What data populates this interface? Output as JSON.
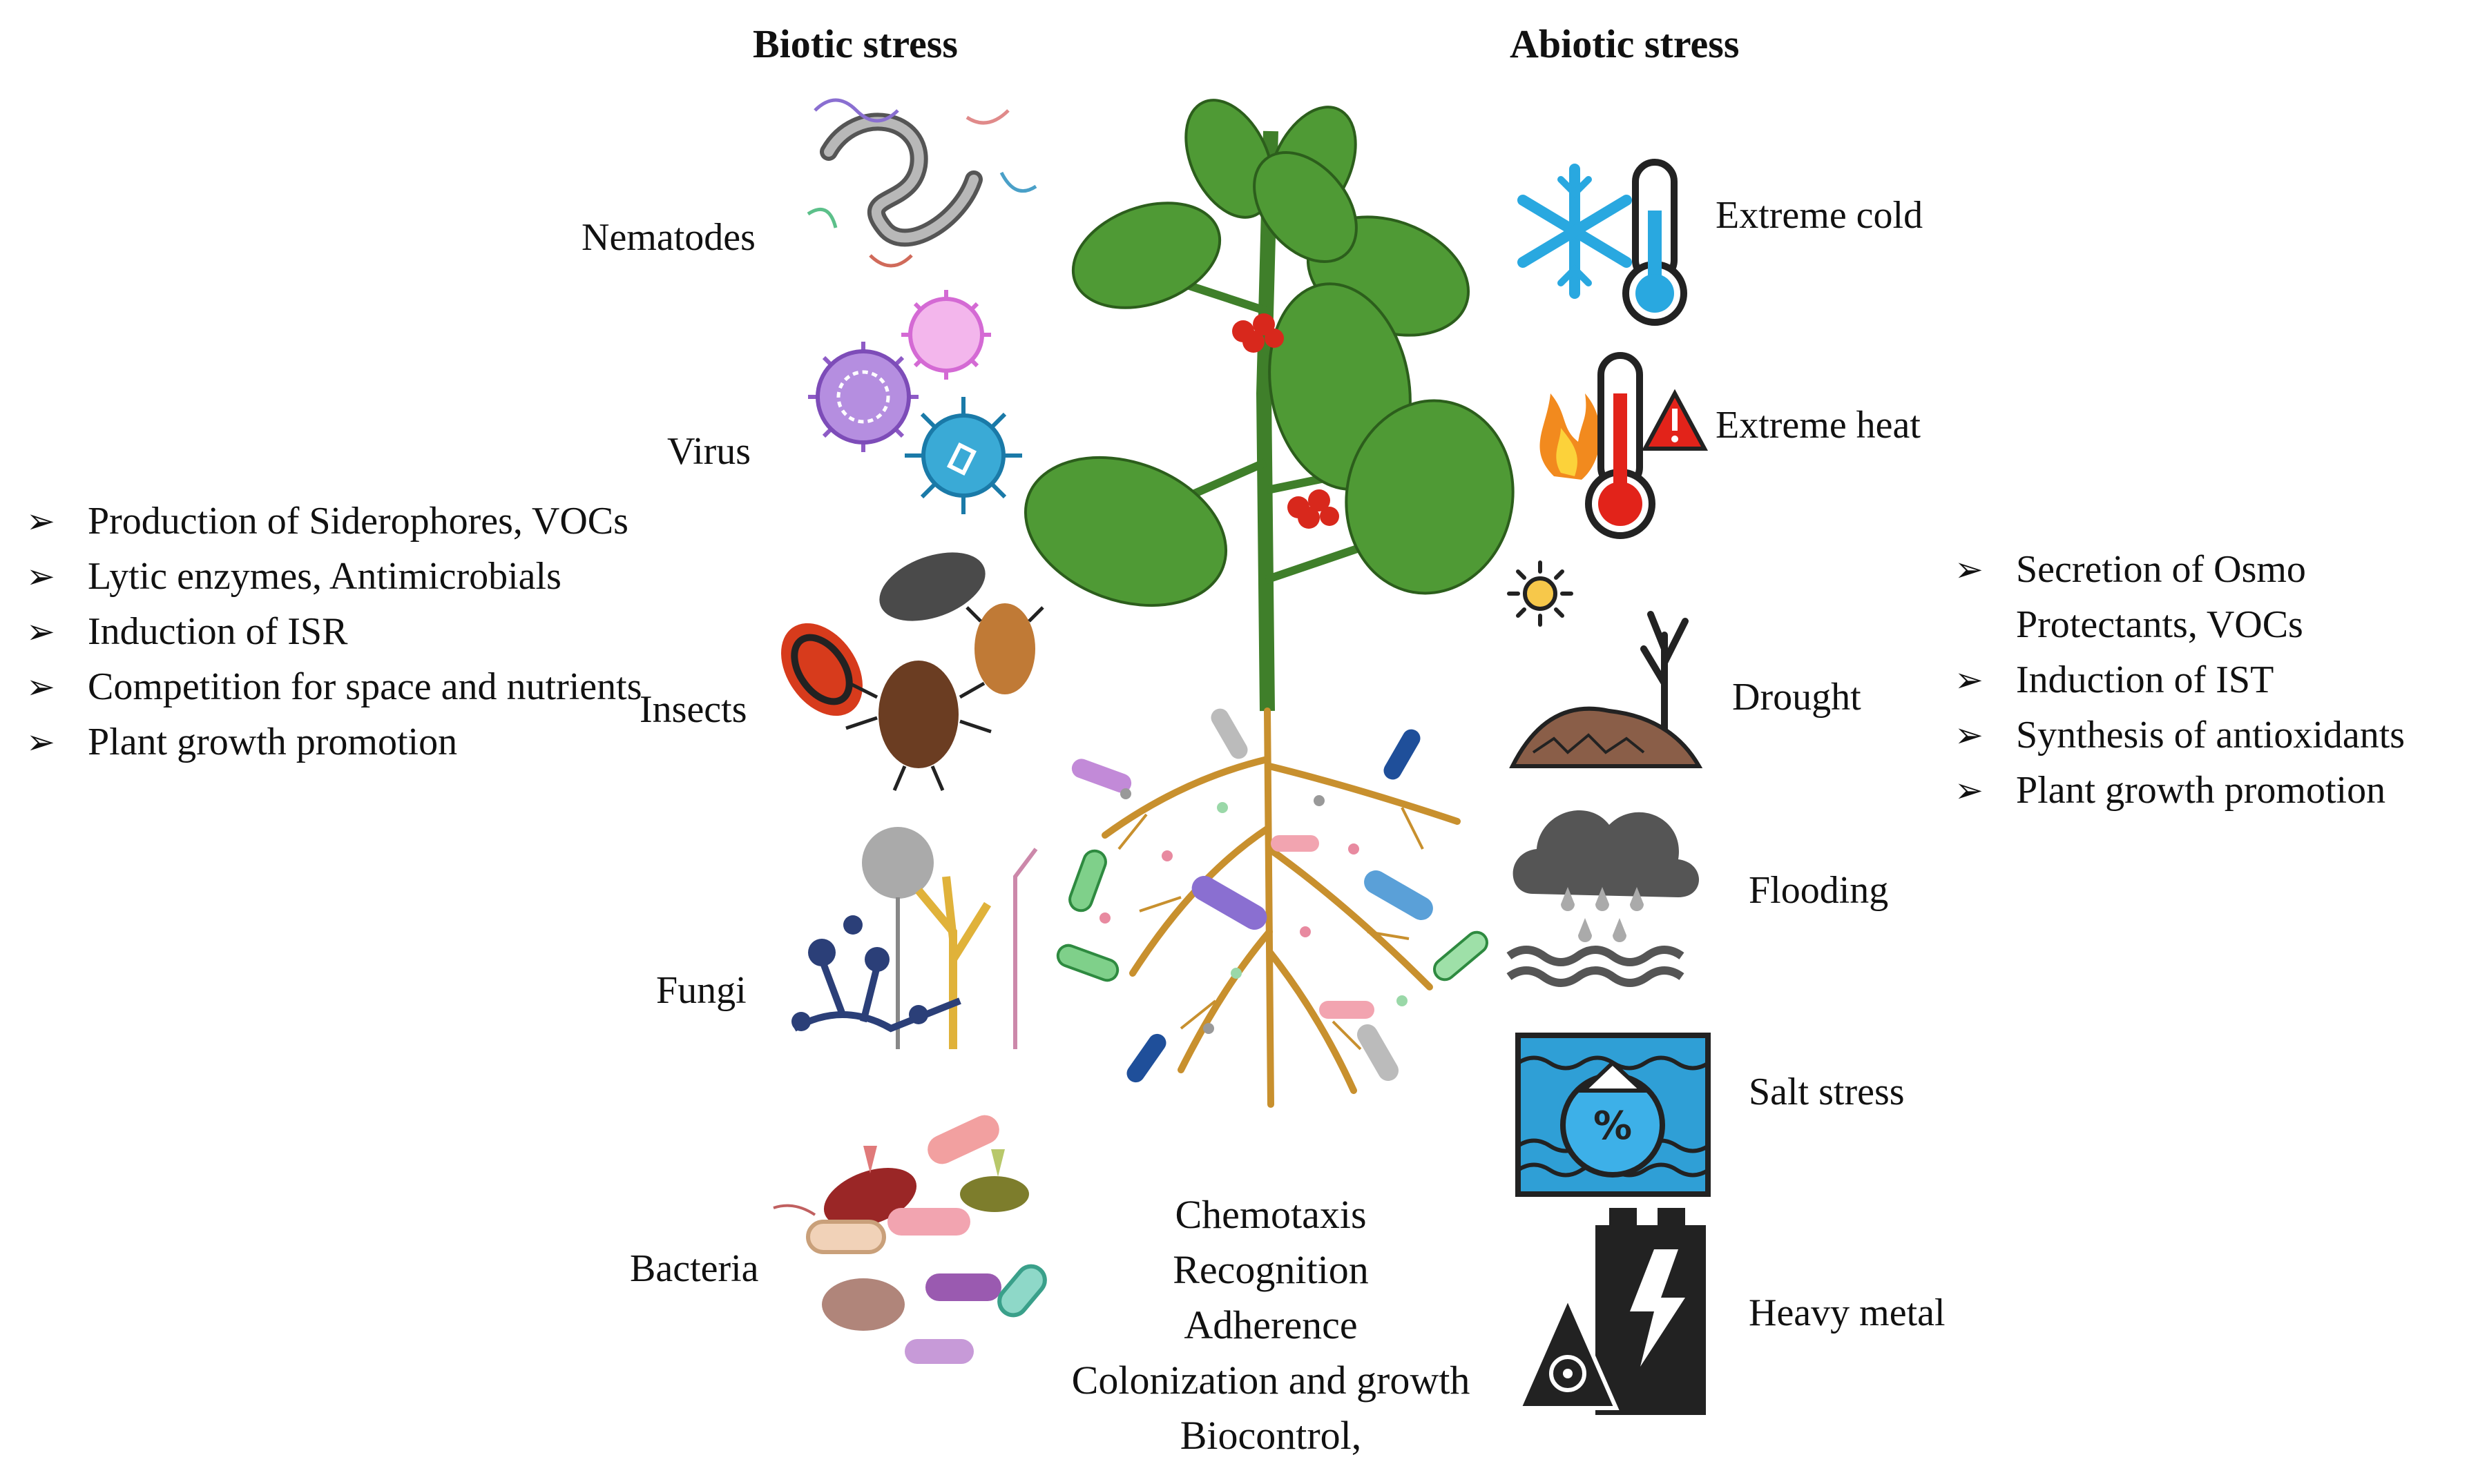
{
  "headings": {
    "biotic": "Biotic stress",
    "abiotic": "Abiotic stress"
  },
  "biotic_stresses": [
    "Nematodes",
    "Virus",
    "Insects",
    "Fungi",
    "Bacteria"
  ],
  "abiotic_stresses": [
    "Extreme cold",
    "Extreme heat",
    "Drought",
    "Flooding",
    "Salt stress",
    "Heavy metal"
  ],
  "biotic_mechanisms": [
    "Production of Siderophores, VOCs",
    "Lytic enzymes, Antimicrobials",
    "Induction of ISR",
    "Competition for space and nutrients",
    "Plant growth promotion"
  ],
  "abiotic_mechanisms": [
    "Secretion of Osmo Protectants, VOCs",
    "Induction of IST",
    "Synthesis of antioxidants",
    "Plant growth promotion"
  ],
  "root_processes": [
    "Chemotaxis",
    "Recognition",
    "Adherence",
    "Colonization and growth",
    "Biocontrol,"
  ],
  "icons": {
    "salt": "%",
    "names": [
      "nematode-icon",
      "virus-icon",
      "insect-icon",
      "fungi-icon",
      "bacteria-icon",
      "snowflake-thermometer-icon",
      "fire-thermometer-icon",
      "sun-dry-tree-icon",
      "rain-cloud-icon",
      "salt-water-icon",
      "battery-biohazard-icon",
      "plant-icon"
    ]
  },
  "colors": {
    "leaf": "#4f9a35",
    "stem": "#3f7f2a",
    "root": "#c8902e",
    "flower": "#d8281c",
    "cold": "#29a8e0",
    "heat": "#e2231a"
  }
}
